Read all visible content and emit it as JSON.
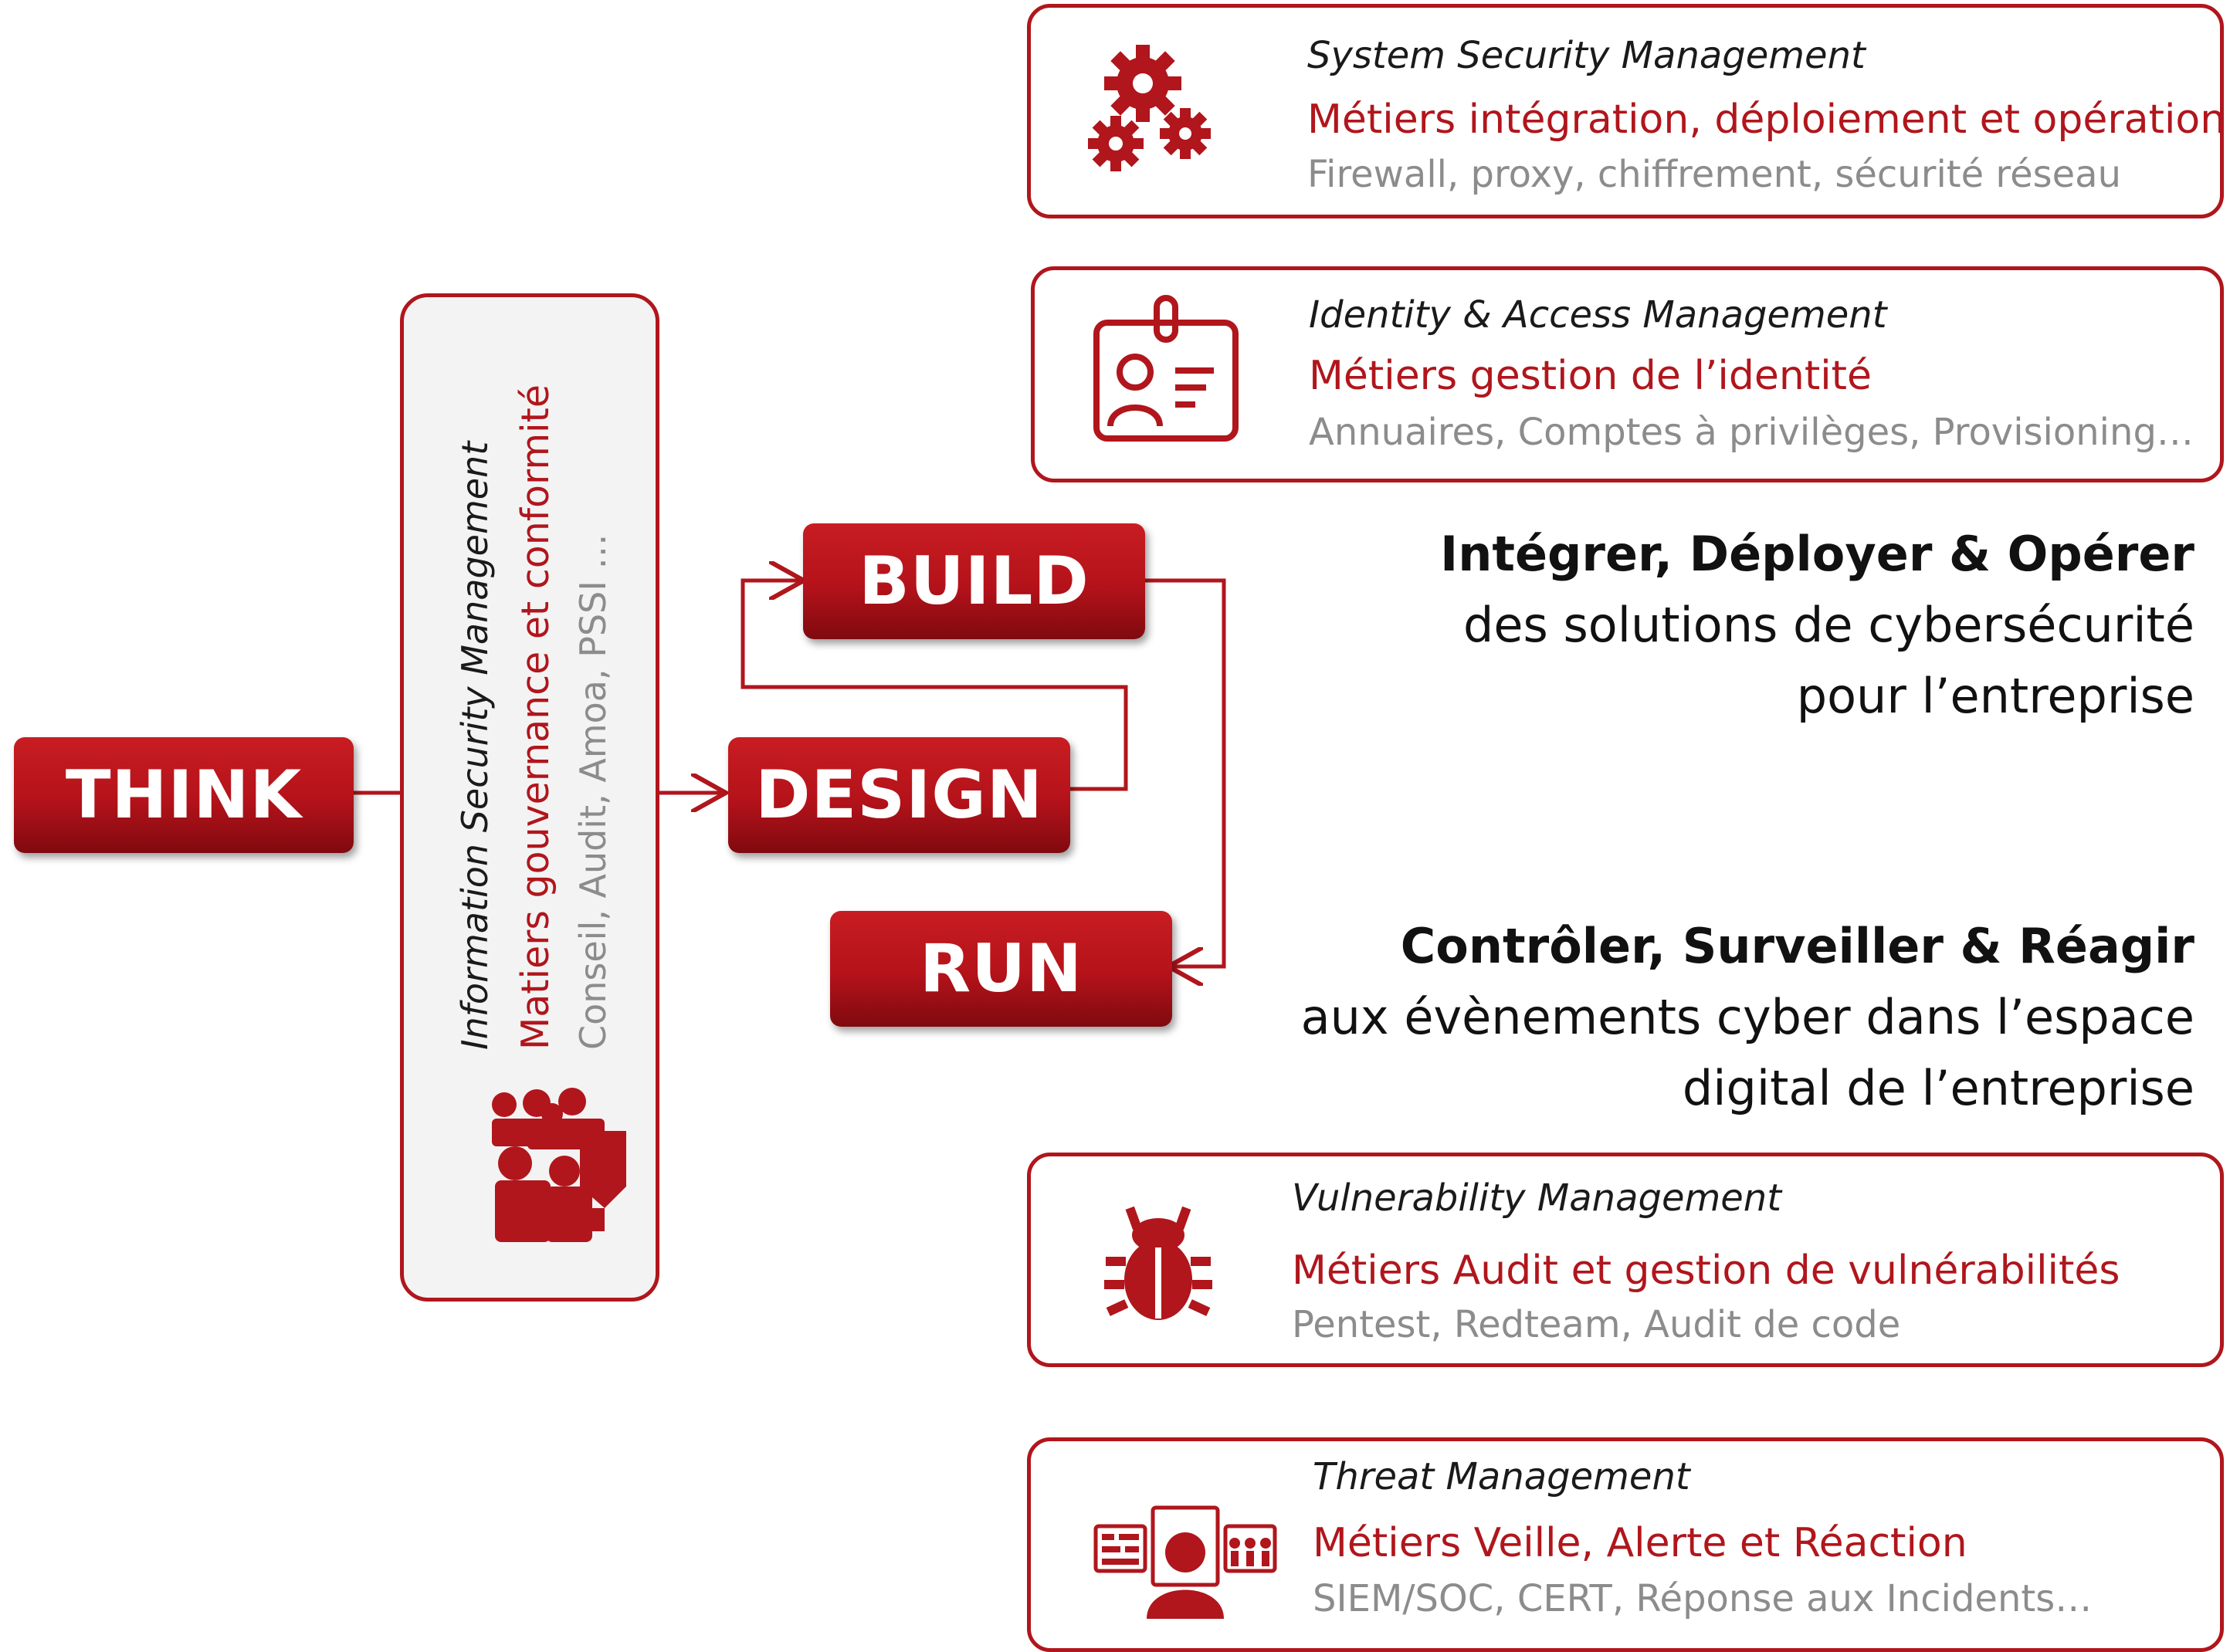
{
  "colors": {
    "accent": "#b0161c",
    "detail_gray": "#8c8c8c",
    "text": "#111111"
  },
  "phases": {
    "think": "THINK",
    "build": "BUILD",
    "design": "DESIGN",
    "run": "RUN"
  },
  "ism": {
    "title": "Information Security Management",
    "role": "Matiers gouvernance et conformité",
    "detail": "Conseil, Audit, Amoa, PSSI …",
    "icon": "team-meeting-icon"
  },
  "cards": [
    {
      "title": "System Security Management",
      "role": "Métiers intégration, déploiement et opération",
      "detail": "Firewall, proxy, chiffrement, sécurité réseau",
      "icon": "gears-icon"
    },
    {
      "title": "Identity & Access Management",
      "role": "Métiers gestion de l’identité",
      "detail": "Annuaires, Comptes à privilèges, Provisioning…",
      "icon": "id-badge-icon"
    },
    {
      "title": "Vulnerability Management",
      "role": "Métiers Audit et gestion de vulnérabilités",
      "detail": "Pentest, Redteam, Audit de code",
      "icon": "bug-icon"
    },
    {
      "title": "Threat Management",
      "role": "Métiers Veille, Alerte et Réaction",
      "detail": "SIEM/SOC, CERT, Réponse aux Incidents…",
      "icon": "monitoring-screens-icon"
    }
  ],
  "headlines": {
    "build": {
      "strong": "Intégrer, Déployer & Opérer",
      "line1": "des solutions de cybersécurité",
      "line2": "pour l’entreprise"
    },
    "run": {
      "strong": "Contrôler, Surveiller & Réagir",
      "line1": "aux évènements cyber dans l’espace",
      "line2": "digital de l’entreprise"
    }
  }
}
